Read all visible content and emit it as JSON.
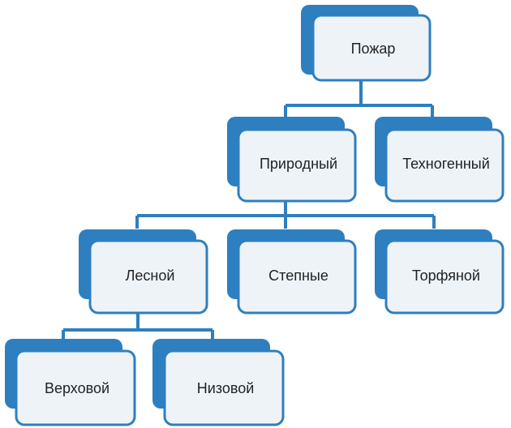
{
  "diagram": {
    "colors": {
      "accent": "#2e7fbf",
      "card_fill": "#eef3f8",
      "card_border": "#2e7fbf",
      "text": "#222222"
    },
    "nodes": {
      "root": {
        "label": "Пожар"
      },
      "natural": {
        "label": "Природный"
      },
      "technogenic": {
        "label": "Техногенный"
      },
      "forest": {
        "label": "Лесной"
      },
      "steppe": {
        "label": "Степные"
      },
      "peat": {
        "label": "Торфяной"
      },
      "crown": {
        "label": "Верховой"
      },
      "ground": {
        "label": "Низовой"
      }
    }
  }
}
